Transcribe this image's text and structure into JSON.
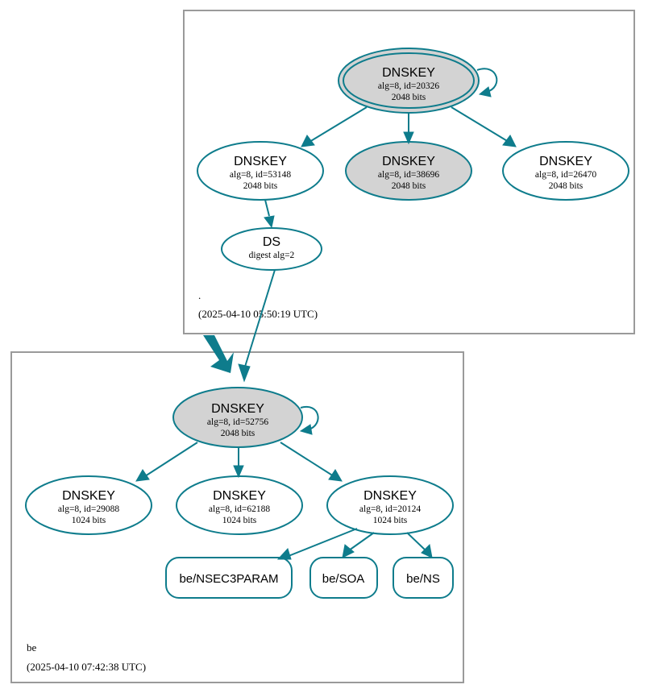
{
  "diagram": {
    "type": "dnssec-authentication-chain",
    "colors": {
      "accent": "#0e7c8c",
      "node_fill_secure": "#d3d3d3",
      "node_fill_plain": "#ffffff",
      "zone_border": "#9a9a9a"
    }
  },
  "zones": [
    {
      "id": "root",
      "name": ".",
      "timestamp": "(2025-04-10 05:50:19 UTC)",
      "nodes": [
        {
          "id": "root-ksk-20326",
          "shape": "doubleellipse",
          "fill": "secure",
          "title": "DNSKEY",
          "line2": "alg=8, id=20326",
          "line3": "2048 bits",
          "self_loop": true
        },
        {
          "id": "root-zsk-53148",
          "shape": "ellipse",
          "fill": "plain",
          "title": "DNSKEY",
          "line2": "alg=8, id=53148",
          "line3": "2048 bits",
          "self_loop": false
        },
        {
          "id": "root-zsk-38696",
          "shape": "ellipse",
          "fill": "secure",
          "title": "DNSKEY",
          "line2": "alg=8, id=38696",
          "line3": "2048 bits",
          "self_loop": false
        },
        {
          "id": "root-zsk-26470",
          "shape": "ellipse",
          "fill": "plain",
          "title": "DNSKEY",
          "line2": "alg=8, id=26470",
          "line3": "2048 bits",
          "self_loop": false
        },
        {
          "id": "root-ds-be",
          "shape": "ellipse",
          "fill": "plain",
          "title": "DS",
          "line2": "digest alg=2",
          "line3": "",
          "self_loop": false
        }
      ]
    },
    {
      "id": "be",
      "name": "be",
      "timestamp": "(2025-04-10 07:42:38 UTC)",
      "nodes": [
        {
          "id": "be-ksk-52756",
          "shape": "ellipse",
          "fill": "secure",
          "title": "DNSKEY",
          "line2": "alg=8, id=52756",
          "line3": "2048 bits",
          "self_loop": true
        },
        {
          "id": "be-zsk-29088",
          "shape": "ellipse",
          "fill": "plain",
          "title": "DNSKEY",
          "line2": "alg=8, id=29088",
          "line3": "1024 bits",
          "self_loop": false
        },
        {
          "id": "be-zsk-62188",
          "shape": "ellipse",
          "fill": "plain",
          "title": "DNSKEY",
          "line2": "alg=8, id=62188",
          "line3": "1024 bits",
          "self_loop": false
        },
        {
          "id": "be-zsk-20124",
          "shape": "ellipse",
          "fill": "plain",
          "title": "DNSKEY",
          "line2": "alg=8, id=20124",
          "line3": "1024 bits",
          "self_loop": false
        },
        {
          "id": "be-rr-nsec3param",
          "shape": "roundrect",
          "fill": "plain",
          "title": "be/NSEC3PARAM",
          "line2": "",
          "line3": "",
          "self_loop": false
        },
        {
          "id": "be-rr-soa",
          "shape": "roundrect",
          "fill": "plain",
          "title": "be/SOA",
          "line2": "",
          "line3": "",
          "self_loop": false
        },
        {
          "id": "be-rr-ns",
          "shape": "roundrect",
          "fill": "plain",
          "title": "be/NS",
          "line2": "",
          "line3": "",
          "self_loop": false
        }
      ]
    }
  ],
  "edges": [
    {
      "from": "root-ksk-20326",
      "to": "root-ksk-20326",
      "kind": "self-sign"
    },
    {
      "from": "root-ksk-20326",
      "to": "root-zsk-53148",
      "kind": "sign"
    },
    {
      "from": "root-ksk-20326",
      "to": "root-zsk-38696",
      "kind": "sign"
    },
    {
      "from": "root-ksk-20326",
      "to": "root-zsk-26470",
      "kind": "sign"
    },
    {
      "from": "root-zsk-53148",
      "to": "root-ds-be",
      "kind": "sign"
    },
    {
      "from": "root-ds-be",
      "to": "be-ksk-52756",
      "kind": "delegation"
    },
    {
      "from": "be-ksk-52756",
      "to": "be-ksk-52756",
      "kind": "self-sign"
    },
    {
      "from": "be-ksk-52756",
      "to": "be-zsk-29088",
      "kind": "sign"
    },
    {
      "from": "be-ksk-52756",
      "to": "be-zsk-62188",
      "kind": "sign"
    },
    {
      "from": "be-ksk-52756",
      "to": "be-zsk-20124",
      "kind": "sign"
    },
    {
      "from": "be-zsk-20124",
      "to": "be-rr-nsec3param",
      "kind": "sign"
    },
    {
      "from": "be-zsk-20124",
      "to": "be-rr-soa",
      "kind": "sign"
    },
    {
      "from": "be-zsk-20124",
      "to": "be-rr-ns",
      "kind": "sign"
    }
  ]
}
